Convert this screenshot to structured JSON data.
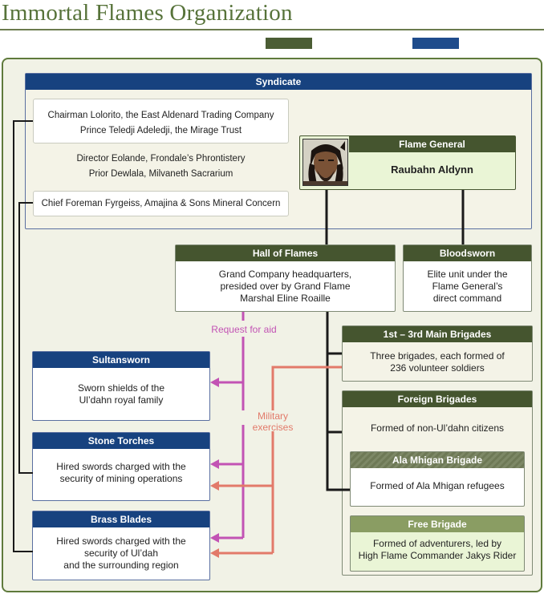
{
  "title": "Immortal Flames Organization",
  "colors": {
    "brand_green": "#57733a",
    "navy": "#17427f",
    "dark_green": "#45552f",
    "pink": "#c253b4",
    "salmon": "#e27a6a",
    "light_green_bg": "#eaf5d6"
  },
  "syndicate": {
    "header": "Syndicate",
    "member_1_line_1": "Chairman Lolorito, the East Aldenard Trading Company",
    "member_1_line_2": "Prince Teledji Adeledji, the Mirage Trust",
    "member_2_line_1": "Director Eolande, Frondale’s Phrontistery",
    "member_2_line_2": "Prior Dewlala, Milvaneth Sacrarium",
    "member_3": "Chief Foreman Fyrgeiss, Amajina & Sons Mineral Concern"
  },
  "flame_general": {
    "header": "Flame General",
    "name": "Raubahn Aldynn",
    "portrait_icon": "portrait-icon"
  },
  "hall_of_flames": {
    "header": "Hall of Flames",
    "line_1": "Grand Company headquarters,",
    "line_2": "presided over by Grand Flame",
    "line_3": "Marshal Eline Roaille"
  },
  "bloodsworn": {
    "header": "Bloodsworn",
    "line_1": "Elite unit under the",
    "line_2": "Flame General’s",
    "line_3": "direct command"
  },
  "main_brigades": {
    "header": "1st – 3rd Main Brigades",
    "line_1": "Three brigades, each formed of",
    "line_2": "236 volunteer soldiers"
  },
  "foreign_brigades": {
    "header": "Foreign Brigades",
    "text": "Formed of non-Ul’dahn citizens",
    "ala_mhigan": {
      "header": "Ala Mhigan Brigade",
      "text": "Formed of Ala Mhigan refugees"
    },
    "free": {
      "header": "Free Brigade",
      "line_1": "Formed of adventurers, led by",
      "line_2": "High Flame Commander Jakys Rider"
    }
  },
  "sultansworn": {
    "header": "Sultansworn",
    "line_1": "Sworn shields of the",
    "line_2": "Ul’dahn royal family"
  },
  "stone_torches": {
    "header": "Stone Torches",
    "line_1": "Hired swords charged with the",
    "line_2": "security of mining operations"
  },
  "brass_blades": {
    "header": "Brass Blades",
    "line_1": "Hired swords charged with the",
    "line_2": "security of Ul’dah",
    "line_3": "and the surrounding region"
  },
  "labels": {
    "request_for_aid": "Request for aid",
    "military_1": "Military",
    "military_2": "exercises"
  }
}
